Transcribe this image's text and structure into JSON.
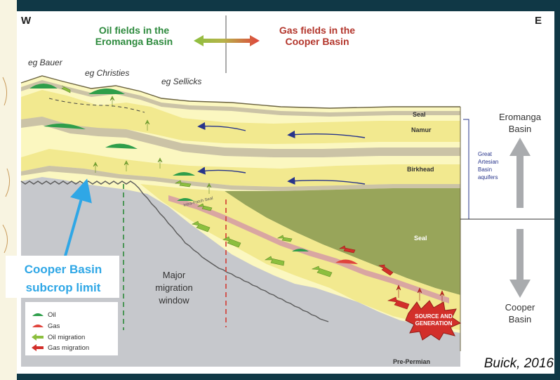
{
  "header": {
    "west": "W",
    "east": "E",
    "oil_fields_line1": "Oil fields in the",
    "oil_fields_line2": "Eromanga Basin",
    "gas_fields_line1": "Gas fields in the",
    "gas_fields_line2": "Cooper Basin"
  },
  "wells": {
    "bauer": "eg Bauer",
    "christies": "eg Christies",
    "sellicks": "eg Sellicks"
  },
  "layers": {
    "seal_top": "Seal",
    "namur": "Namur",
    "birkhead": "Birkhead",
    "seal_lower": "Seal",
    "pre_permian": "Pre-Permian",
    "intra_patch_seal": "Intra-Patch Seal"
  },
  "right_panel": {
    "eromanga_line1": "Eromanga",
    "eromanga_line2": "Basin",
    "gab_line1": "Great",
    "gab_line2": "Artesian",
    "gab_line3": "Basin",
    "gab_line4": "aquifers",
    "cooper_line1": "Cooper",
    "cooper_line2": "Basin"
  },
  "window": {
    "line1": "Major",
    "line2": "migration",
    "line3": "window"
  },
  "source": {
    "line1": "SOURCE AND",
    "line2": "GENERATION"
  },
  "callout": {
    "line1": "Cooper Basin",
    "line2": "subcrop limit"
  },
  "legend": {
    "oil": "Oil",
    "gas": "Gas",
    "oil_migration": "Oil migration",
    "gas_migration": "Gas migration"
  },
  "citation": "Buick, 2016",
  "colors": {
    "frame": "#103846",
    "yellow_light": "#fbf7c0",
    "yellow_mid": "#f2e98f",
    "yellow_deep": "#e7d86d",
    "olive": "#98a55a",
    "seal_grey": "#cbc3a6",
    "basement": "#c6c8cc",
    "oil": "#2e9e4a",
    "gas": "#e0443c",
    "oil_arrow": "#8cbf3f",
    "gas_arrow": "#d22f2a",
    "flow_arrow": "#27348b",
    "callout": "#2fa7e6"
  }
}
